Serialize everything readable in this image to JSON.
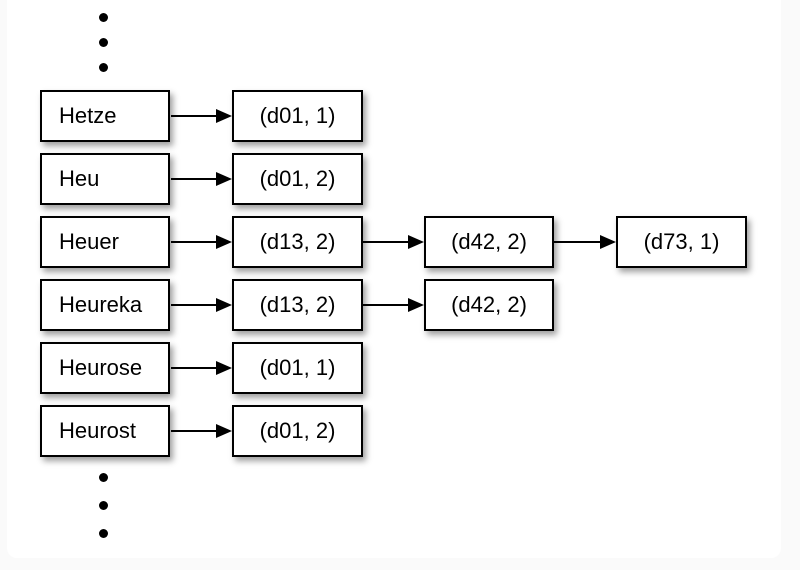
{
  "diagram": {
    "type": "inverted-index",
    "rows": [
      {
        "term": "Hetze",
        "postings": [
          "(d01, 1)"
        ]
      },
      {
        "term": "Heu",
        "postings": [
          "(d01, 2)"
        ]
      },
      {
        "term": "Heuer",
        "postings": [
          "(d13, 2)",
          "(d42, 2)",
          "(d73, 1)"
        ]
      },
      {
        "term": "Heureka",
        "postings": [
          "(d13, 2)",
          "(d42, 2)"
        ]
      },
      {
        "term": "Heurose",
        "postings": [
          "(d01, 1)"
        ]
      },
      {
        "term": "Heurost",
        "postings": [
          "(d01, 2)"
        ]
      }
    ],
    "ellipsis_top": "vertical dots indicating more terms above",
    "ellipsis_bottom": "vertical dots indicating more terms below"
  },
  "colors": {
    "page_background": "#fafafa",
    "panel_background": "#ffffff",
    "box_background": "#ffffff",
    "box_border": "#000000",
    "text": "#000000",
    "arrow": "#000000"
  }
}
